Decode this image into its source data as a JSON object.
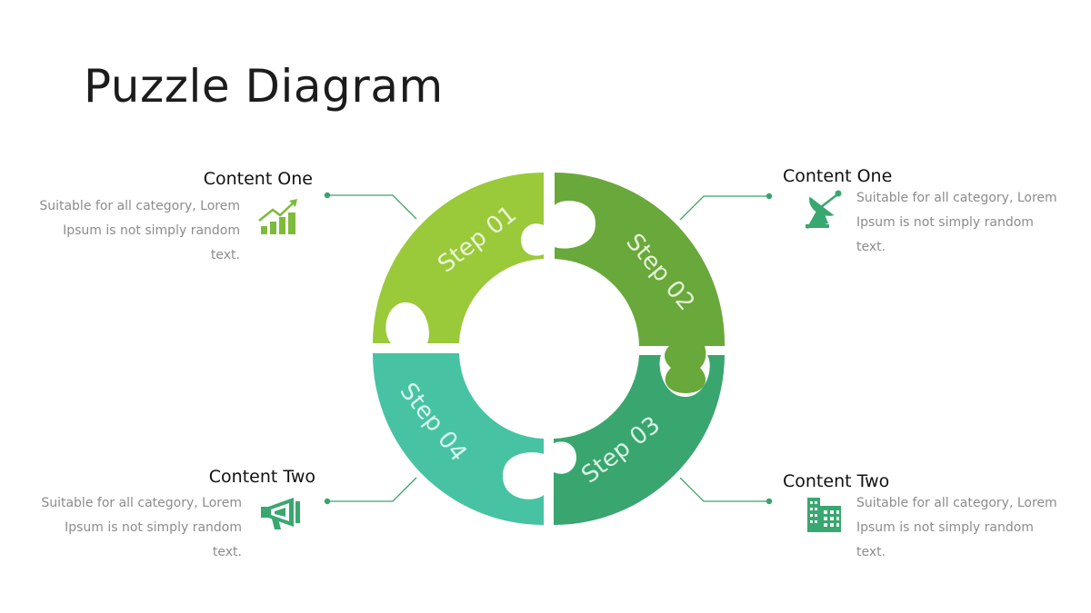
{
  "title": "Puzzle Diagram",
  "blocks": {
    "top_left": {
      "heading": "Content One",
      "lines": [
        "Suitable for all category, Lorem",
        "Ipsum is not simply random",
        "text."
      ],
      "icon": "growth-chart-icon"
    },
    "top_right": {
      "heading": "Content One",
      "lines": [
        "Suitable for all category, Lorem",
        "Ipsum is not simply random",
        "text."
      ],
      "icon": "satellite-dish-icon"
    },
    "bottom_left": {
      "heading": "Content Two",
      "lines": [
        "Suitable for all category, Lorem",
        "Ipsum is not simply random",
        "text."
      ],
      "icon": "megaphone-icon"
    },
    "bottom_right": {
      "heading": "Content Two",
      "lines": [
        "Suitable for all category, Lorem",
        "Ipsum is not simply random",
        "text."
      ],
      "icon": "building-icon"
    }
  },
  "steps": [
    {
      "label": "Step 01",
      "color": "#9ac93a"
    },
    {
      "label": "Step 02",
      "color": "#69a83a"
    },
    {
      "label": "Step 03",
      "color": "#39a56f"
    },
    {
      "label": "Step 04",
      "color": "#47c3a3"
    }
  ],
  "colors": {
    "connector": "#3aa36b",
    "icon_green": "#7dbb3a",
    "icon_teal": "#38a770"
  }
}
